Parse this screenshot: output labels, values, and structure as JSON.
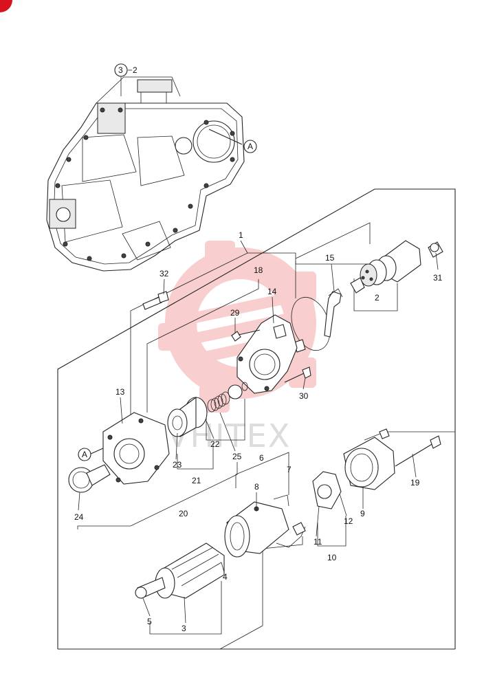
{
  "watermark": {
    "text": "VHITEX",
    "color": "#f4a7a7"
  },
  "corner_badge": {
    "color": "#d8121f"
  },
  "callouts": {
    "ref_circle_top": "3",
    "ref_top_suffix": "2",
    "a_top": "A",
    "a_left": "A"
  },
  "labels": [
    "1",
    "2",
    "3",
    "4",
    "5",
    "6",
    "7",
    "8",
    "9",
    "10",
    "11",
    "12",
    "13",
    "14",
    "15",
    "18",
    "19",
    "20",
    "21",
    "22",
    "23",
    "24",
    "25",
    "29",
    "30",
    "31",
    "32"
  ]
}
